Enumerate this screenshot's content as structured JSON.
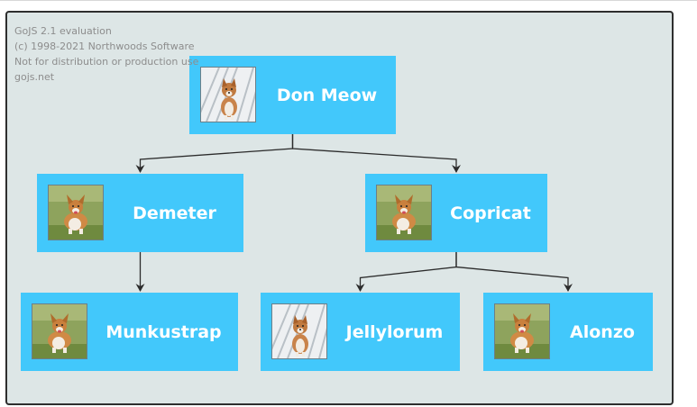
{
  "watermark": {
    "line1": "GoJS 2.1 evaluation",
    "line2": "(c) 1998-2021 Northwoods Software",
    "line3": "Not for distribution or production use",
    "line4": "gojs.net"
  },
  "colors": {
    "node_fill": "#42c8fb",
    "canvas_bg": "#dde6e6",
    "link": "#2b2b2b",
    "label_text": "#ffffff"
  },
  "nodes": [
    {
      "key": "don-meow",
      "name": "Don Meow",
      "photo": "corgi-deck-icon"
    },
    {
      "key": "demeter",
      "name": "Demeter",
      "photo": "corgi-grass-icon"
    },
    {
      "key": "copricat",
      "name": "Copricat",
      "photo": "corgi-grass-icon"
    },
    {
      "key": "munkustrap",
      "name": "Munkustrap",
      "photo": "corgi-grass-icon"
    },
    {
      "key": "jellylorum",
      "name": "Jellylorum",
      "photo": "corgi-deck-icon"
    },
    {
      "key": "alonzo",
      "name": "Alonzo",
      "photo": "corgi-grass-icon"
    }
  ],
  "links": [
    {
      "from": "Don Meow",
      "to": "Demeter"
    },
    {
      "from": "Don Meow",
      "to": "Copricat"
    },
    {
      "from": "Demeter",
      "to": "Munkustrap"
    },
    {
      "from": "Copricat",
      "to": "Jellylorum"
    },
    {
      "from": "Copricat",
      "to": "Alonzo"
    }
  ]
}
